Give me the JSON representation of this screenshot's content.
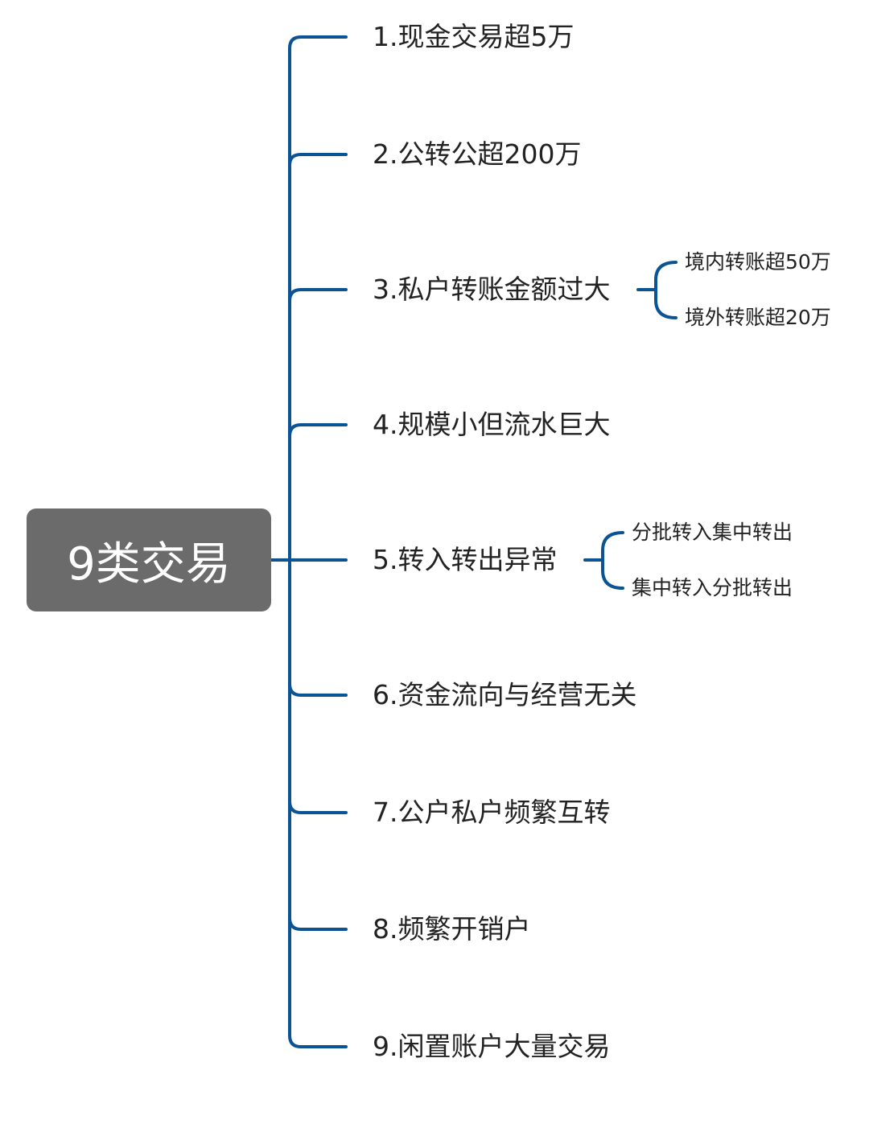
{
  "root": {
    "label": "9类交易"
  },
  "branches": [
    {
      "label": "1.现金交易超5万"
    },
    {
      "label": "2.公转公超200万"
    },
    {
      "label": "3.私户转账金额过大",
      "children": [
        "境内转账超50万",
        "境外转账超20万"
      ]
    },
    {
      "label": "4.规模小但流水巨大"
    },
    {
      "label": "5.转入转出异常",
      "children": [
        "分批转入集中转出",
        "集中转入分批转出"
      ]
    },
    {
      "label": "6.资金流向与经营无关"
    },
    {
      "label": "7.公户私户频繁互转"
    },
    {
      "label": "8.频繁开销户"
    },
    {
      "label": "9.闲置账户大量交易"
    }
  ],
  "colors": {
    "connector": "#0b5394",
    "root_fill": "#6b6b6b",
    "root_text": "#ffffff",
    "text": "#222222"
  }
}
